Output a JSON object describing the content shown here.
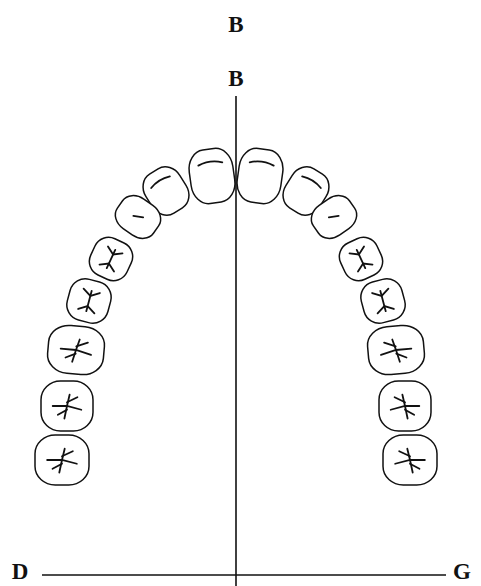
{
  "diagram": {
    "labels": [
      "B",
      "B",
      "D",
      "G"
    ]
  }
}
